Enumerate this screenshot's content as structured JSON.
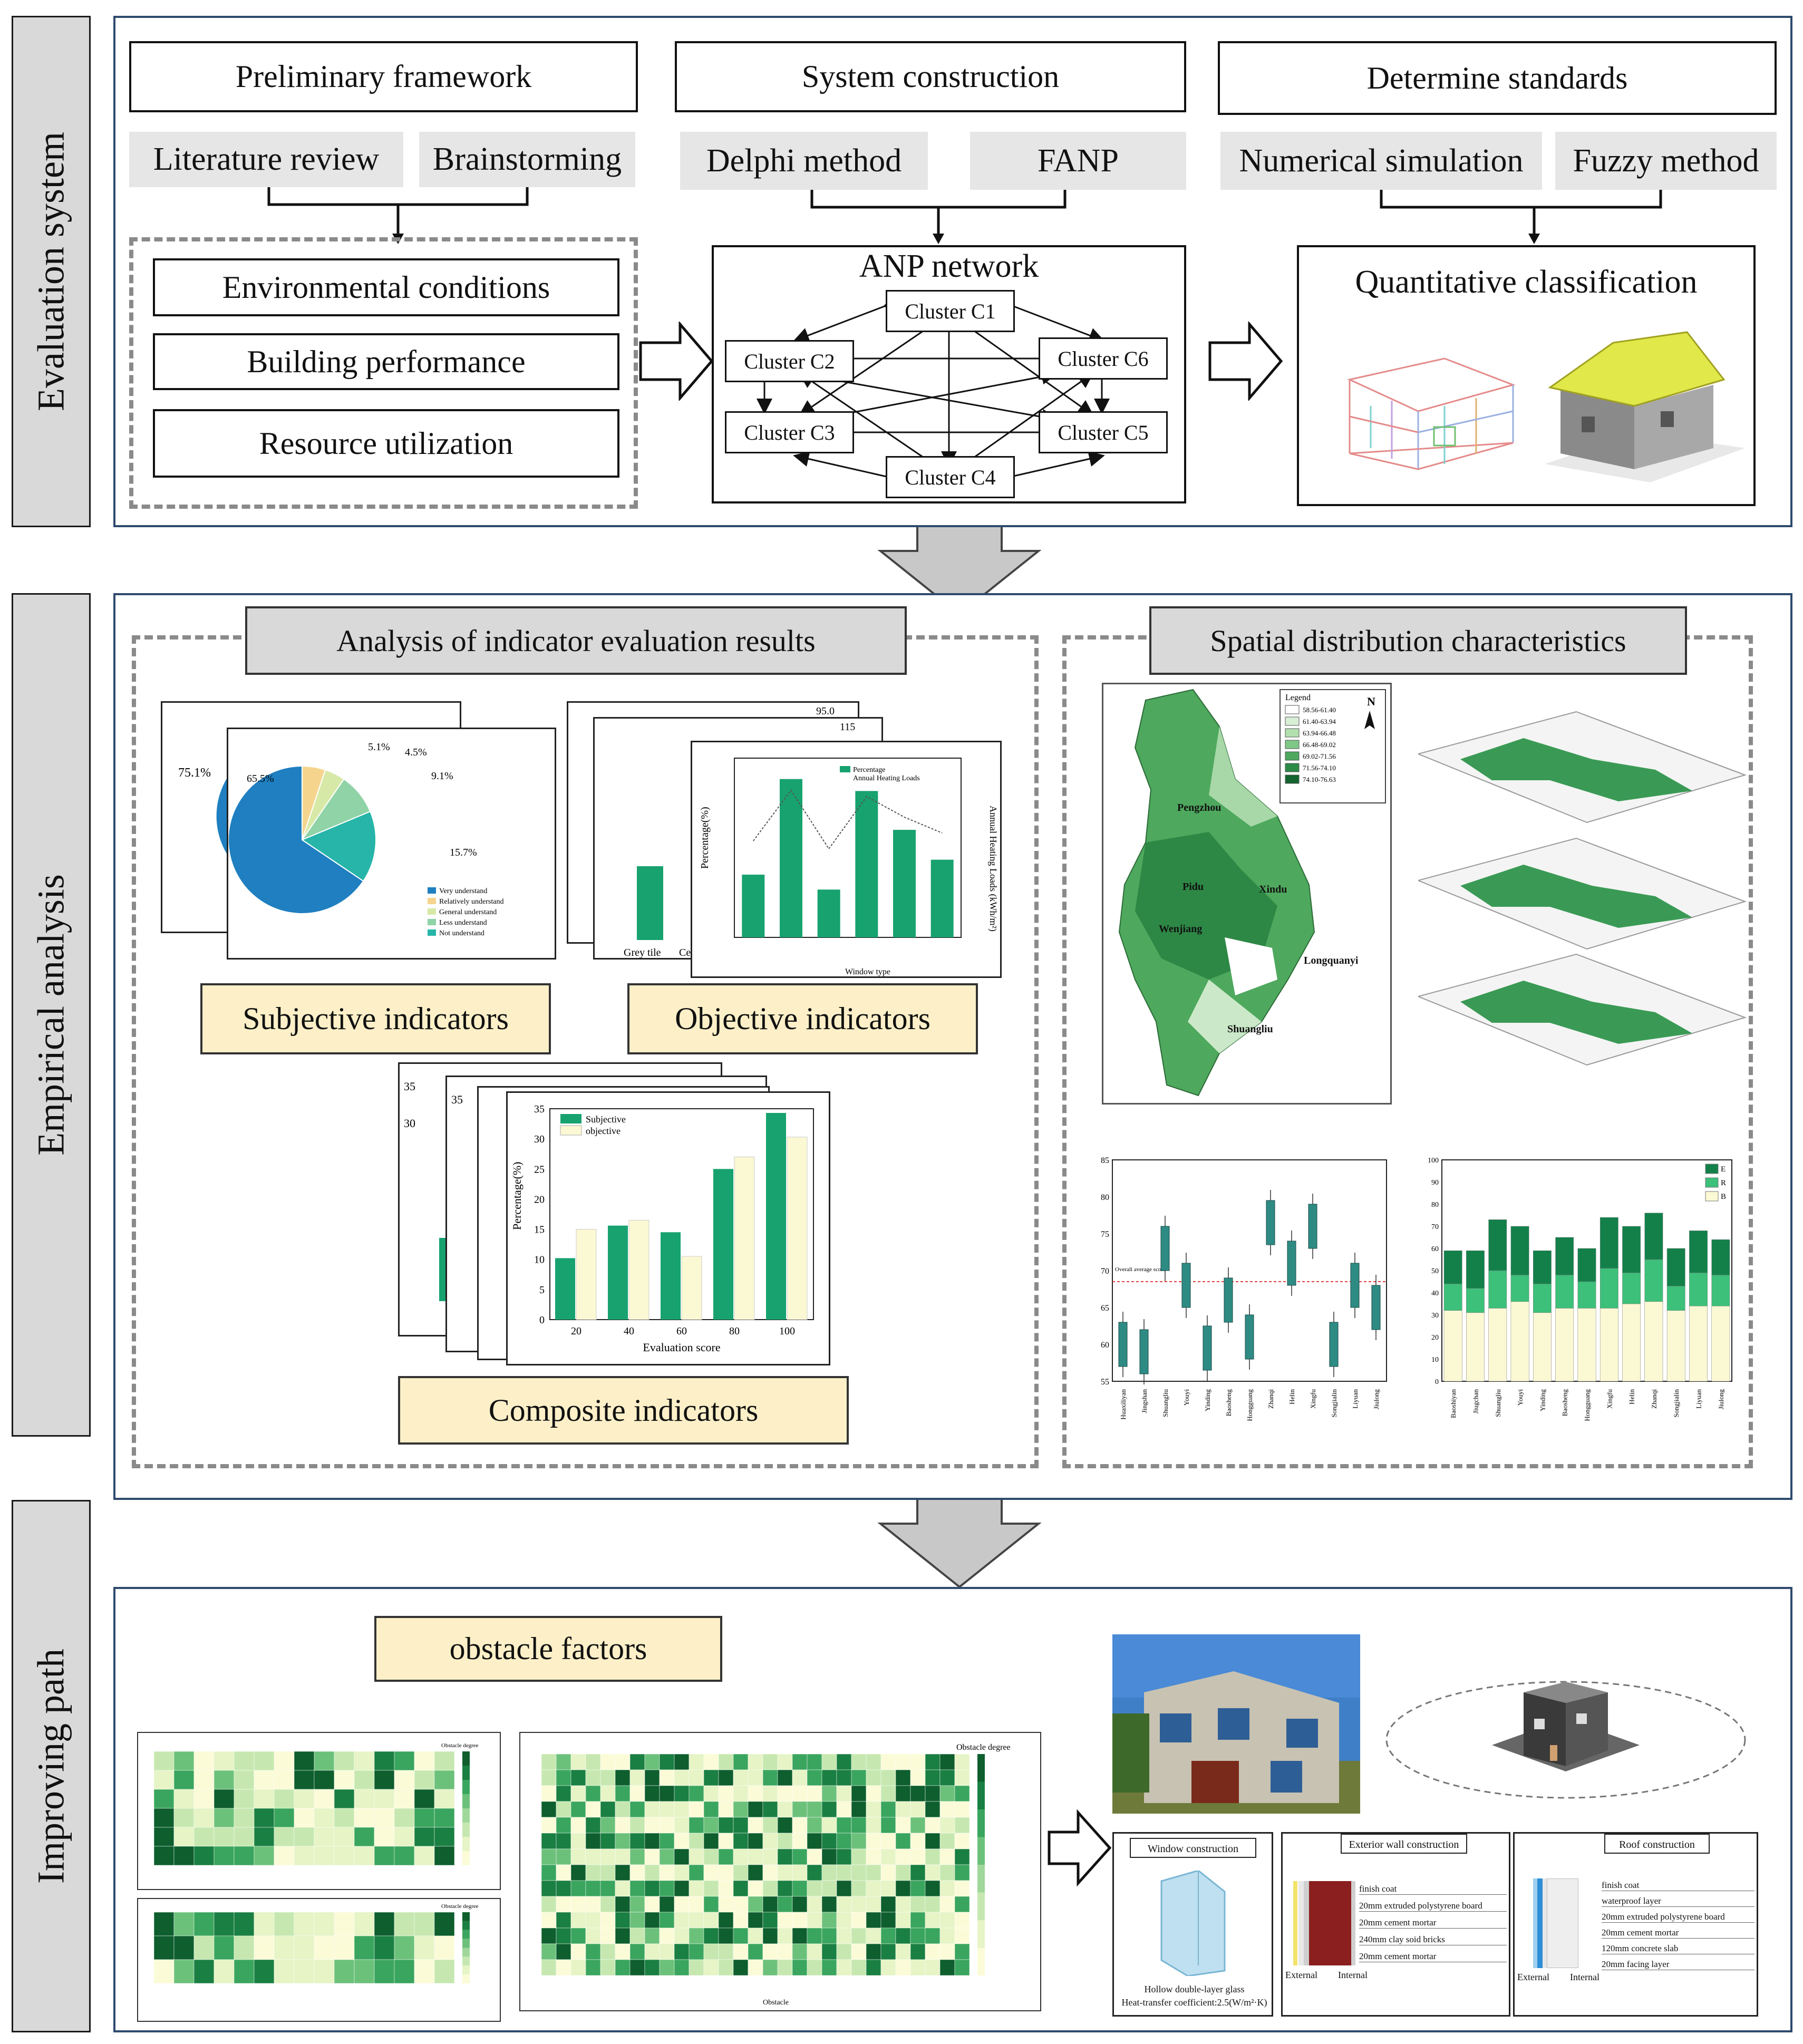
{
  "sections": {
    "evaluation": "Evaluation system",
    "empirical": "Empirical analysis",
    "improving": "Improving path"
  },
  "evaluation": {
    "col1": {
      "title": "Preliminary framework",
      "methods": [
        "Literature review",
        "Brainstorming"
      ],
      "items": [
        "Environmental conditions",
        "Building performance",
        "Resource  utilization"
      ]
    },
    "col2": {
      "title": "System construction",
      "methods": [
        "Delphi method",
        "FANP"
      ],
      "network_title": "ANP network",
      "clusters": [
        "Cluster C1",
        "Cluster C2",
        "Cluster C3",
        "Cluster C4",
        "Cluster C5",
        "Cluster C6"
      ]
    },
    "col3": {
      "title": "Determine standards",
      "methods": [
        "Numerical simulation",
        "Fuzzy method"
      ],
      "result": "Quantitative classification"
    }
  },
  "empirical": {
    "left_title": "Analysis of indicator evaluation results",
    "right_title": "Spatial distribution characteristics",
    "subjective": "Subjective indicators",
    "objective": "Objective indicators",
    "composite": "Composite indicators",
    "pie": {
      "back_label": "75.1%",
      "labels": [
        "65.5%",
        "5.1%",
        "4.5%",
        "9.1%",
        "15.7%"
      ],
      "values": [
        65.5,
        5.1,
        4.5,
        9.1,
        15.7
      ],
      "legend": [
        "Very understand",
        "Relatively understand",
        "General understand",
        "Less understand",
        "Not understand"
      ],
      "colors": [
        "#1f7fc0",
        "#f5d58e",
        "#d7e9a7",
        "#8fd3a7",
        "#26b5a8"
      ]
    },
    "objective_chart": {
      "ylabel": "Percentage(%)",
      "y2label": "Annual Heating Loads (kWh/m²)",
      "xlabel": "Window type",
      "legend": [
        "Percentage",
        "Annual Heating Loads"
      ],
      "back_labels": [
        "Grey tile",
        "Cem"
      ],
      "back_ticks": [
        "95.0",
        "115"
      ],
      "values": [
        10.5,
        26.5,
        8,
        24.5,
        18,
        13
      ]
    },
    "composite_chart": {
      "ylabel": "Percentage(%)",
      "xlabel": "Evaluation score",
      "legend": [
        "Subjective",
        "objective"
      ],
      "categories": [
        "20",
        "40",
        "60",
        "80",
        "100"
      ],
      "subjective": [
        10.2,
        15.6,
        14.5,
        25,
        34.3
      ],
      "objective": [
        15,
        16.5,
        10.5,
        27,
        30.3
      ],
      "yticks": [
        "0",
        "5",
        "10",
        "15",
        "20",
        "25",
        "30",
        "35"
      ]
    },
    "map": {
      "legend_title": "Legend",
      "legend_items": [
        "58.56-61.40",
        "61.40-63.94",
        "63.94-66.48",
        "66.48-69.02",
        "69.02-71.56",
        "71.56-74.10",
        "74.10-76.63"
      ],
      "north": "N",
      "places": [
        "Pengzhou",
        "Pidu",
        "Xindu",
        "Wenjiang",
        "Longquanyi",
        "Shuangliu"
      ]
    },
    "box_chart": {
      "yticks": [
        "55",
        "60",
        "65",
        "70",
        "75",
        "80",
        "85"
      ],
      "reference": "Overall average score",
      "districts": [
        "Huaxiliyan",
        "Jingshan",
        "Shuangliu",
        "Youyi",
        "Yinding",
        "Baosheng",
        "Hongguang",
        "Zhanqi",
        "Helin",
        "Xingfu",
        "Songjialin",
        "Liyuan",
        "Jiulong"
      ]
    },
    "stack_chart": {
      "yticks": [
        "0",
        "10",
        "20",
        "30",
        "40",
        "50",
        "60",
        "70",
        "80",
        "90",
        "100"
      ],
      "legend": [
        "E",
        "R",
        "B"
      ],
      "districts": [
        "Baoshiyan",
        "Jiugchan",
        "Shuangliu",
        "Youyi",
        "Yinding",
        "Baosheng",
        "Hongguang",
        "Xingfu",
        "Helin",
        "Zhanqi",
        "Songjialin",
        "Liyuan",
        "Jiulong"
      ]
    }
  },
  "improving": {
    "obstacle_title": "obstacle factors",
    "heat_legend": "Obstacle degree",
    "heat_xlabel": "Obstacle",
    "window_title": "Window construction",
    "window_caption": [
      "Hollow double-layer glass",
      "Heat-transfer coefficient:2.5(W/m²·K)"
    ],
    "wall_title": "Exterior wall construction",
    "wall_layers": [
      "finish coat",
      "20mm extruded polystyrene board",
      "20mm cement mortar",
      "240mm clay  soid bricks",
      "20mm cement mortar"
    ],
    "roof_title": "Roof construction",
    "roof_layers": [
      "finish coat",
      "waterproof layer",
      "20mm extruded polystyrene board",
      "20mm cement mortar",
      "120mm concrete slab",
      "20mm facing layer"
    ],
    "external": "External",
    "internal": "Internal"
  }
}
